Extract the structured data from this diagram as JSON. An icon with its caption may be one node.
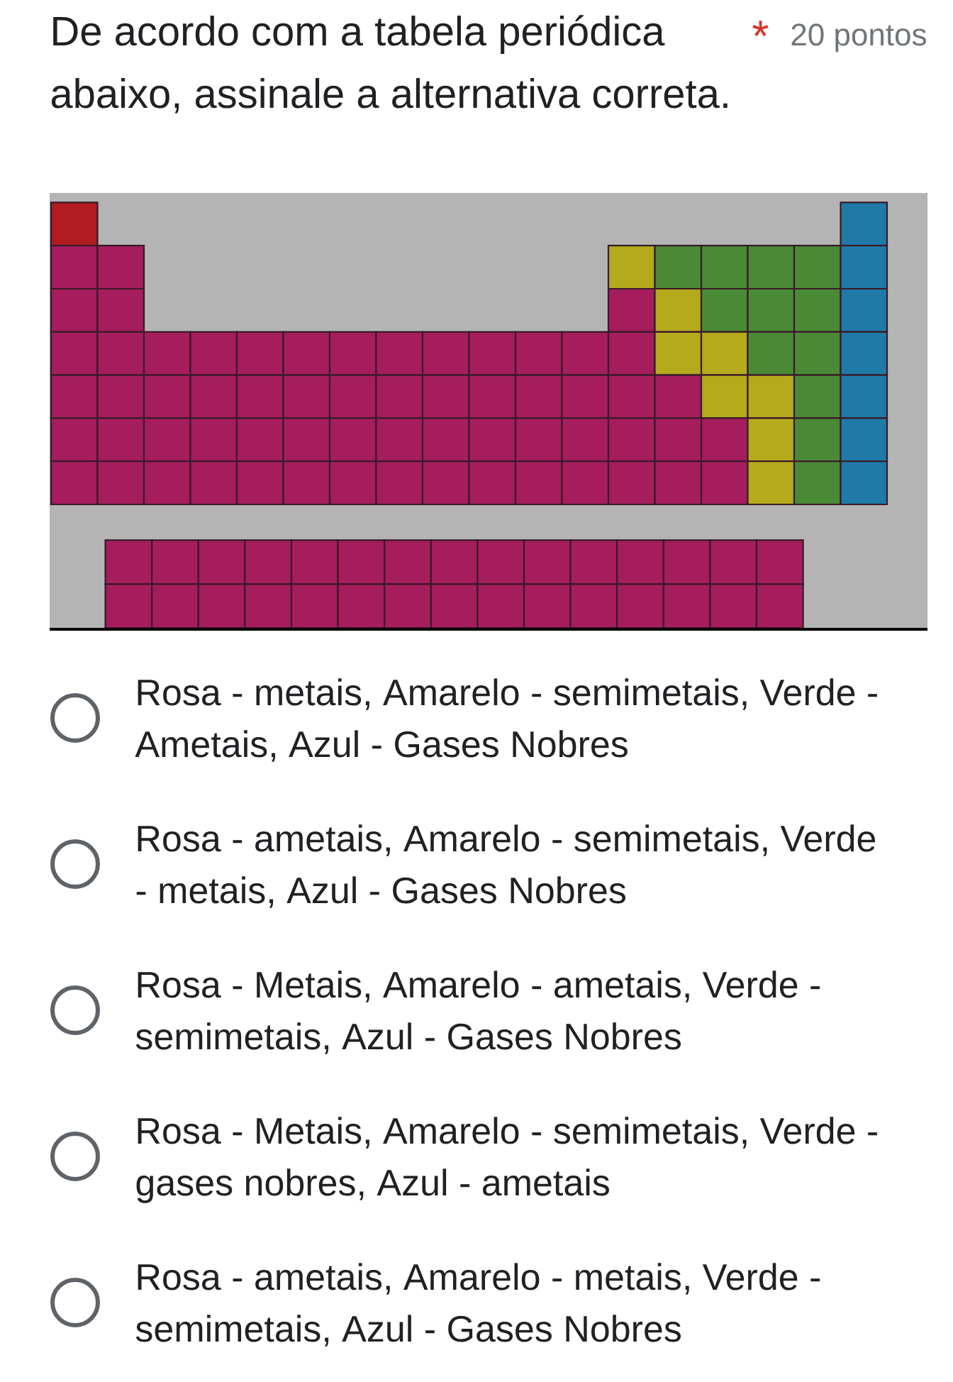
{
  "diagram": {
    "title": "De acordo com a tabela periódica abaixo, assinale a alternativa correta.",
    "labels": [
      "*",
      "20 pontos",
      "Rosa - metais, Amarelo - semimetais, Verde - Ametais, Azul - Gases Nobres",
      "Rosa - ametais, Amarelo - semimetais, Verde - metais, Azul - Gases Nobres",
      "Rosa - Metais, Amarelo - ametais, Verde - semimetais, Azul - Gases Nobres",
      "Rosa - Metais, Amarelo - semimetais, Verde - gases nobres, Azul - ametais",
      "Rosa - ametais, Amarelo - metais, Verde - semimetais, Azul - Gases Nobres"
    ]
  }
}
